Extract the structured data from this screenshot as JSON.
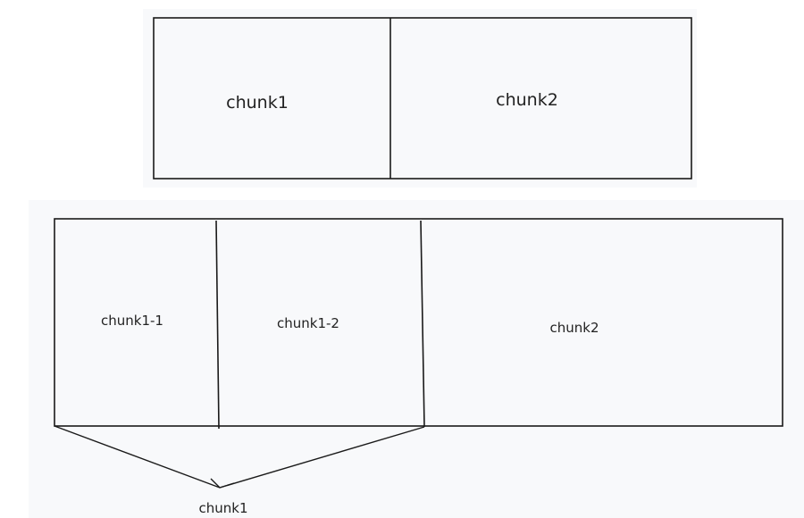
{
  "top_diagram": {
    "chunks": [
      {
        "label": "chunk1"
      },
      {
        "label": "chunk2"
      }
    ]
  },
  "bottom_diagram": {
    "chunks": [
      {
        "label": "chunk1-1"
      },
      {
        "label": "chunk1-2"
      },
      {
        "label": "chunk2"
      }
    ],
    "merge_label": "chunk1"
  },
  "colors": {
    "page_background": "#ffffff",
    "panel_background": "#f8f9fb",
    "line": "#1a1a1a",
    "text": "#222222"
  }
}
